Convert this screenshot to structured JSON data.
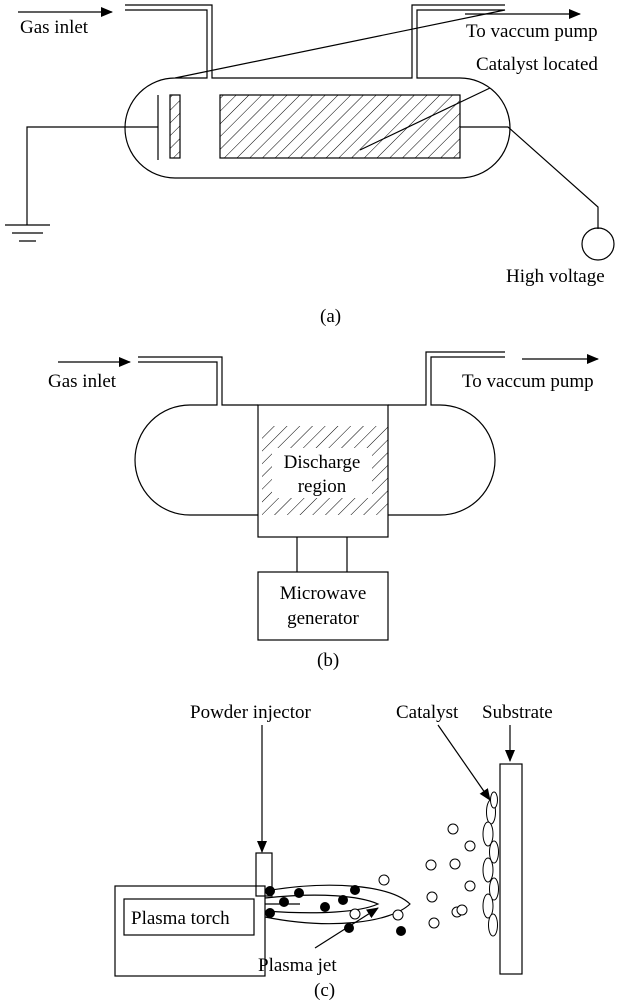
{
  "panel_a": {
    "caption": "(a)",
    "gas_inlet": "Gas inlet",
    "to_pump": "To vaccum pump",
    "catalyst": "Catalyst located",
    "high_voltage": "High voltage"
  },
  "panel_b": {
    "caption": "(b)",
    "gas_inlet": "Gas inlet",
    "to_pump": "To vaccum pump",
    "discharge_line1": "Discharge",
    "discharge_line2": "region",
    "microwave_line1": "Microwave",
    "microwave_line2": "generator"
  },
  "panel_c": {
    "caption": "(c)",
    "powder_injector": "Powder injector",
    "catalyst": "Catalyst",
    "substrate": "Substrate",
    "plasma_torch": "Plasma torch",
    "plasma_jet": "Plasma jet"
  }
}
